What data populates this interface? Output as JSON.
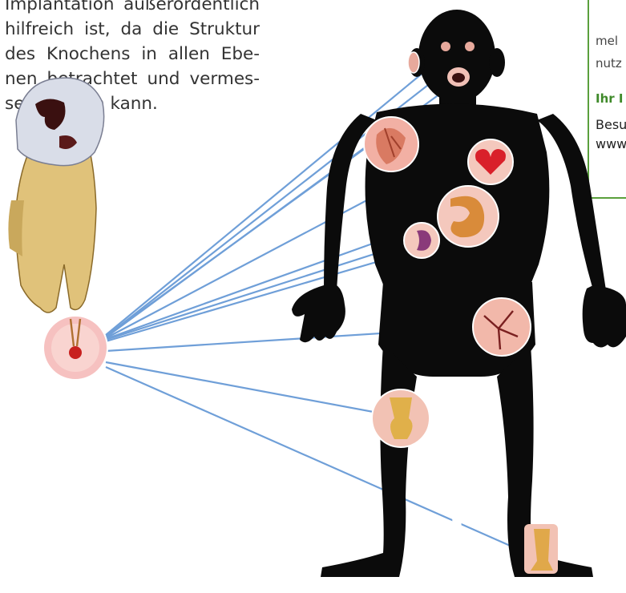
{
  "article": {
    "lines": [
      "Implantation außerordentlich",
      "hilfreich ist, da die Struktur",
      "des Knochens in allen Ebe-",
      "nen betrachtet und vermes-",
      "sen werden kann."
    ]
  },
  "info_box": {
    "line1": "mel",
    "line2": "nutz",
    "heading": "Ihr I",
    "line3": "Besu",
    "line4": "www"
  },
  "illustration": {
    "organs": [
      "ear-icon",
      "mouth-icon",
      "lung-icon",
      "heart-icon",
      "stomach-icon",
      "kidney-icon",
      "vessel-icon",
      "knee-icon",
      "ankle-icon"
    ],
    "colors": {
      "body": "#0b0b0b",
      "line": "#6f9fd8",
      "organ_bg": "#f2b0a4",
      "tooth_crown": "#d9dde8",
      "tooth_root": "#e0c27a",
      "focus": "#f6c1c0",
      "frame": "#5aa03c"
    }
  }
}
